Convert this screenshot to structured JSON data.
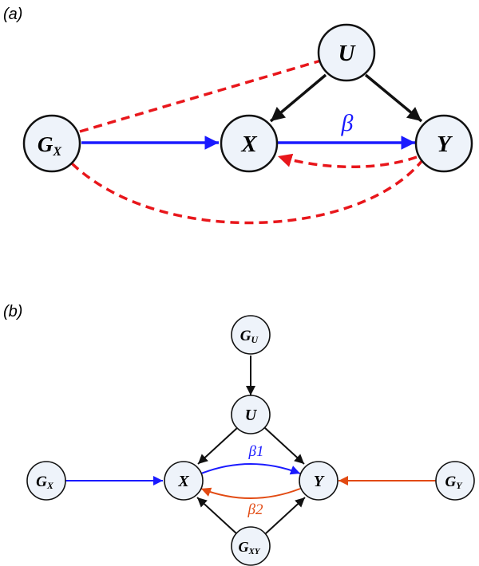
{
  "panel_a": {
    "label": "(a)",
    "nodes": {
      "U": "U",
      "GX": "G",
      "GX_sub": "X",
      "X": "X",
      "Y": "Y"
    },
    "beta": "β"
  },
  "panel_b": {
    "label": "(b)",
    "nodes": {
      "GU": "G",
      "GU_sub": "U",
      "U": "U",
      "GX": "G",
      "GX_sub": "X",
      "X": "X",
      "Y": "Y",
      "GY": "G",
      "GY_sub": "Y",
      "GXY": "G",
      "GXY_sub": "XY"
    },
    "beta1": "β",
    "beta1_sub": "1",
    "beta2": "β",
    "beta2_sub": "2"
  },
  "colors": {
    "blue": "#1a1aff",
    "red_dashed": "#e8161b",
    "orange": "#e24a12",
    "black": "#111111",
    "node_fill": "#eef3fa"
  }
}
